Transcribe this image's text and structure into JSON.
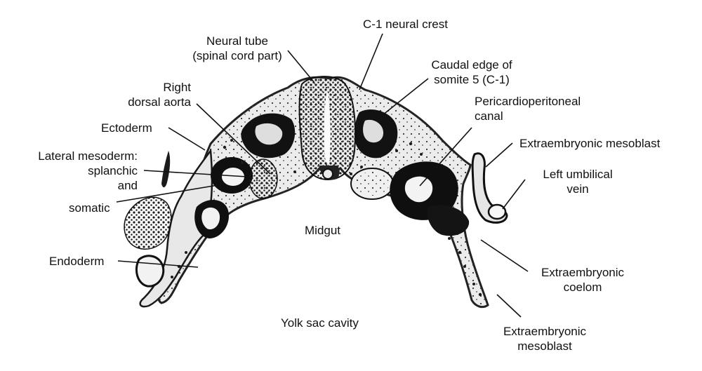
{
  "labels": {
    "neural_tube": [
      "Neural tube",
      "(spinal cord part)"
    ],
    "neural_crest": "C-1 neural crest",
    "caudal_edge": [
      "Caudal edge of",
      "somite 5 (C-1)"
    ],
    "right_dorsal_aorta": [
      "Right",
      "dorsal aorta"
    ],
    "pericardioperitoneal": [
      "Pericardioperitoneal",
      "canal"
    ],
    "ectoderm": "Ectoderm",
    "extraembryonic_mesoblast_upper": "Extraembryonic mesoblast",
    "lateral_mesoderm": [
      "Lateral mesoderm:",
      "splanchic",
      "and"
    ],
    "somatic": "somatic",
    "left_umbilical_vein": [
      "Left umbilical",
      "vein"
    ],
    "midgut": "Midgut",
    "endoderm": "Endoderm",
    "extraembryonic_coelom": [
      "Extraembryonic",
      "coelom"
    ],
    "yolk_sac_cavity": "Yolk sac cavity",
    "extraembryonic_mesoblast_lower": [
      "Extraembryonic",
      "mesoblast"
    ]
  }
}
